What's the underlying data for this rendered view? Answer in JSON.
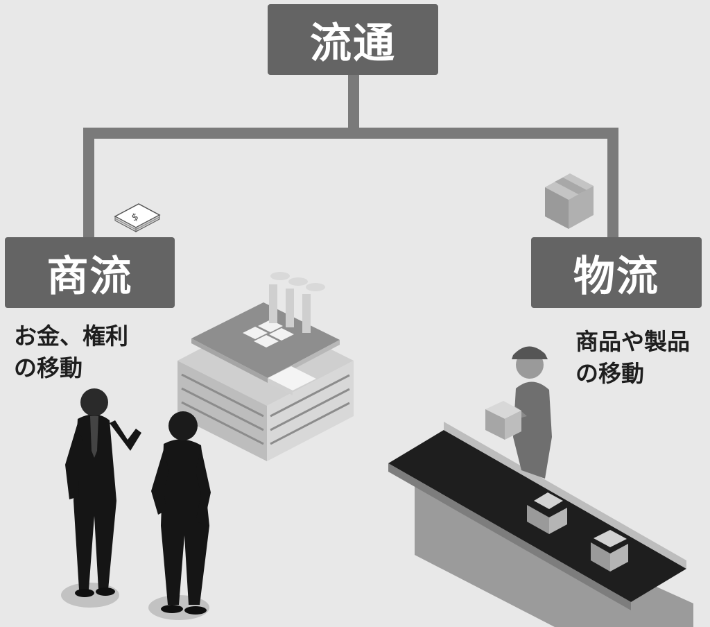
{
  "diagram": {
    "root": {
      "label": "流通"
    },
    "left": {
      "label": "商流",
      "caption_line1": "お金、権利",
      "caption_line2": "の移動"
    },
    "right": {
      "label": "物流",
      "caption_line1": "商品や製品",
      "caption_line2": "の移動"
    }
  },
  "colors": {
    "background": "#e8e8e8",
    "box": "#646464",
    "connector": "#7a7a7a",
    "caption_text": "#1e1e1e"
  },
  "icons": [
    "money-stack-icon",
    "cardboard-box-icon",
    "factory-illustration",
    "businessmen-illustration",
    "worker-illustration",
    "conveyor-belt-illustration"
  ]
}
